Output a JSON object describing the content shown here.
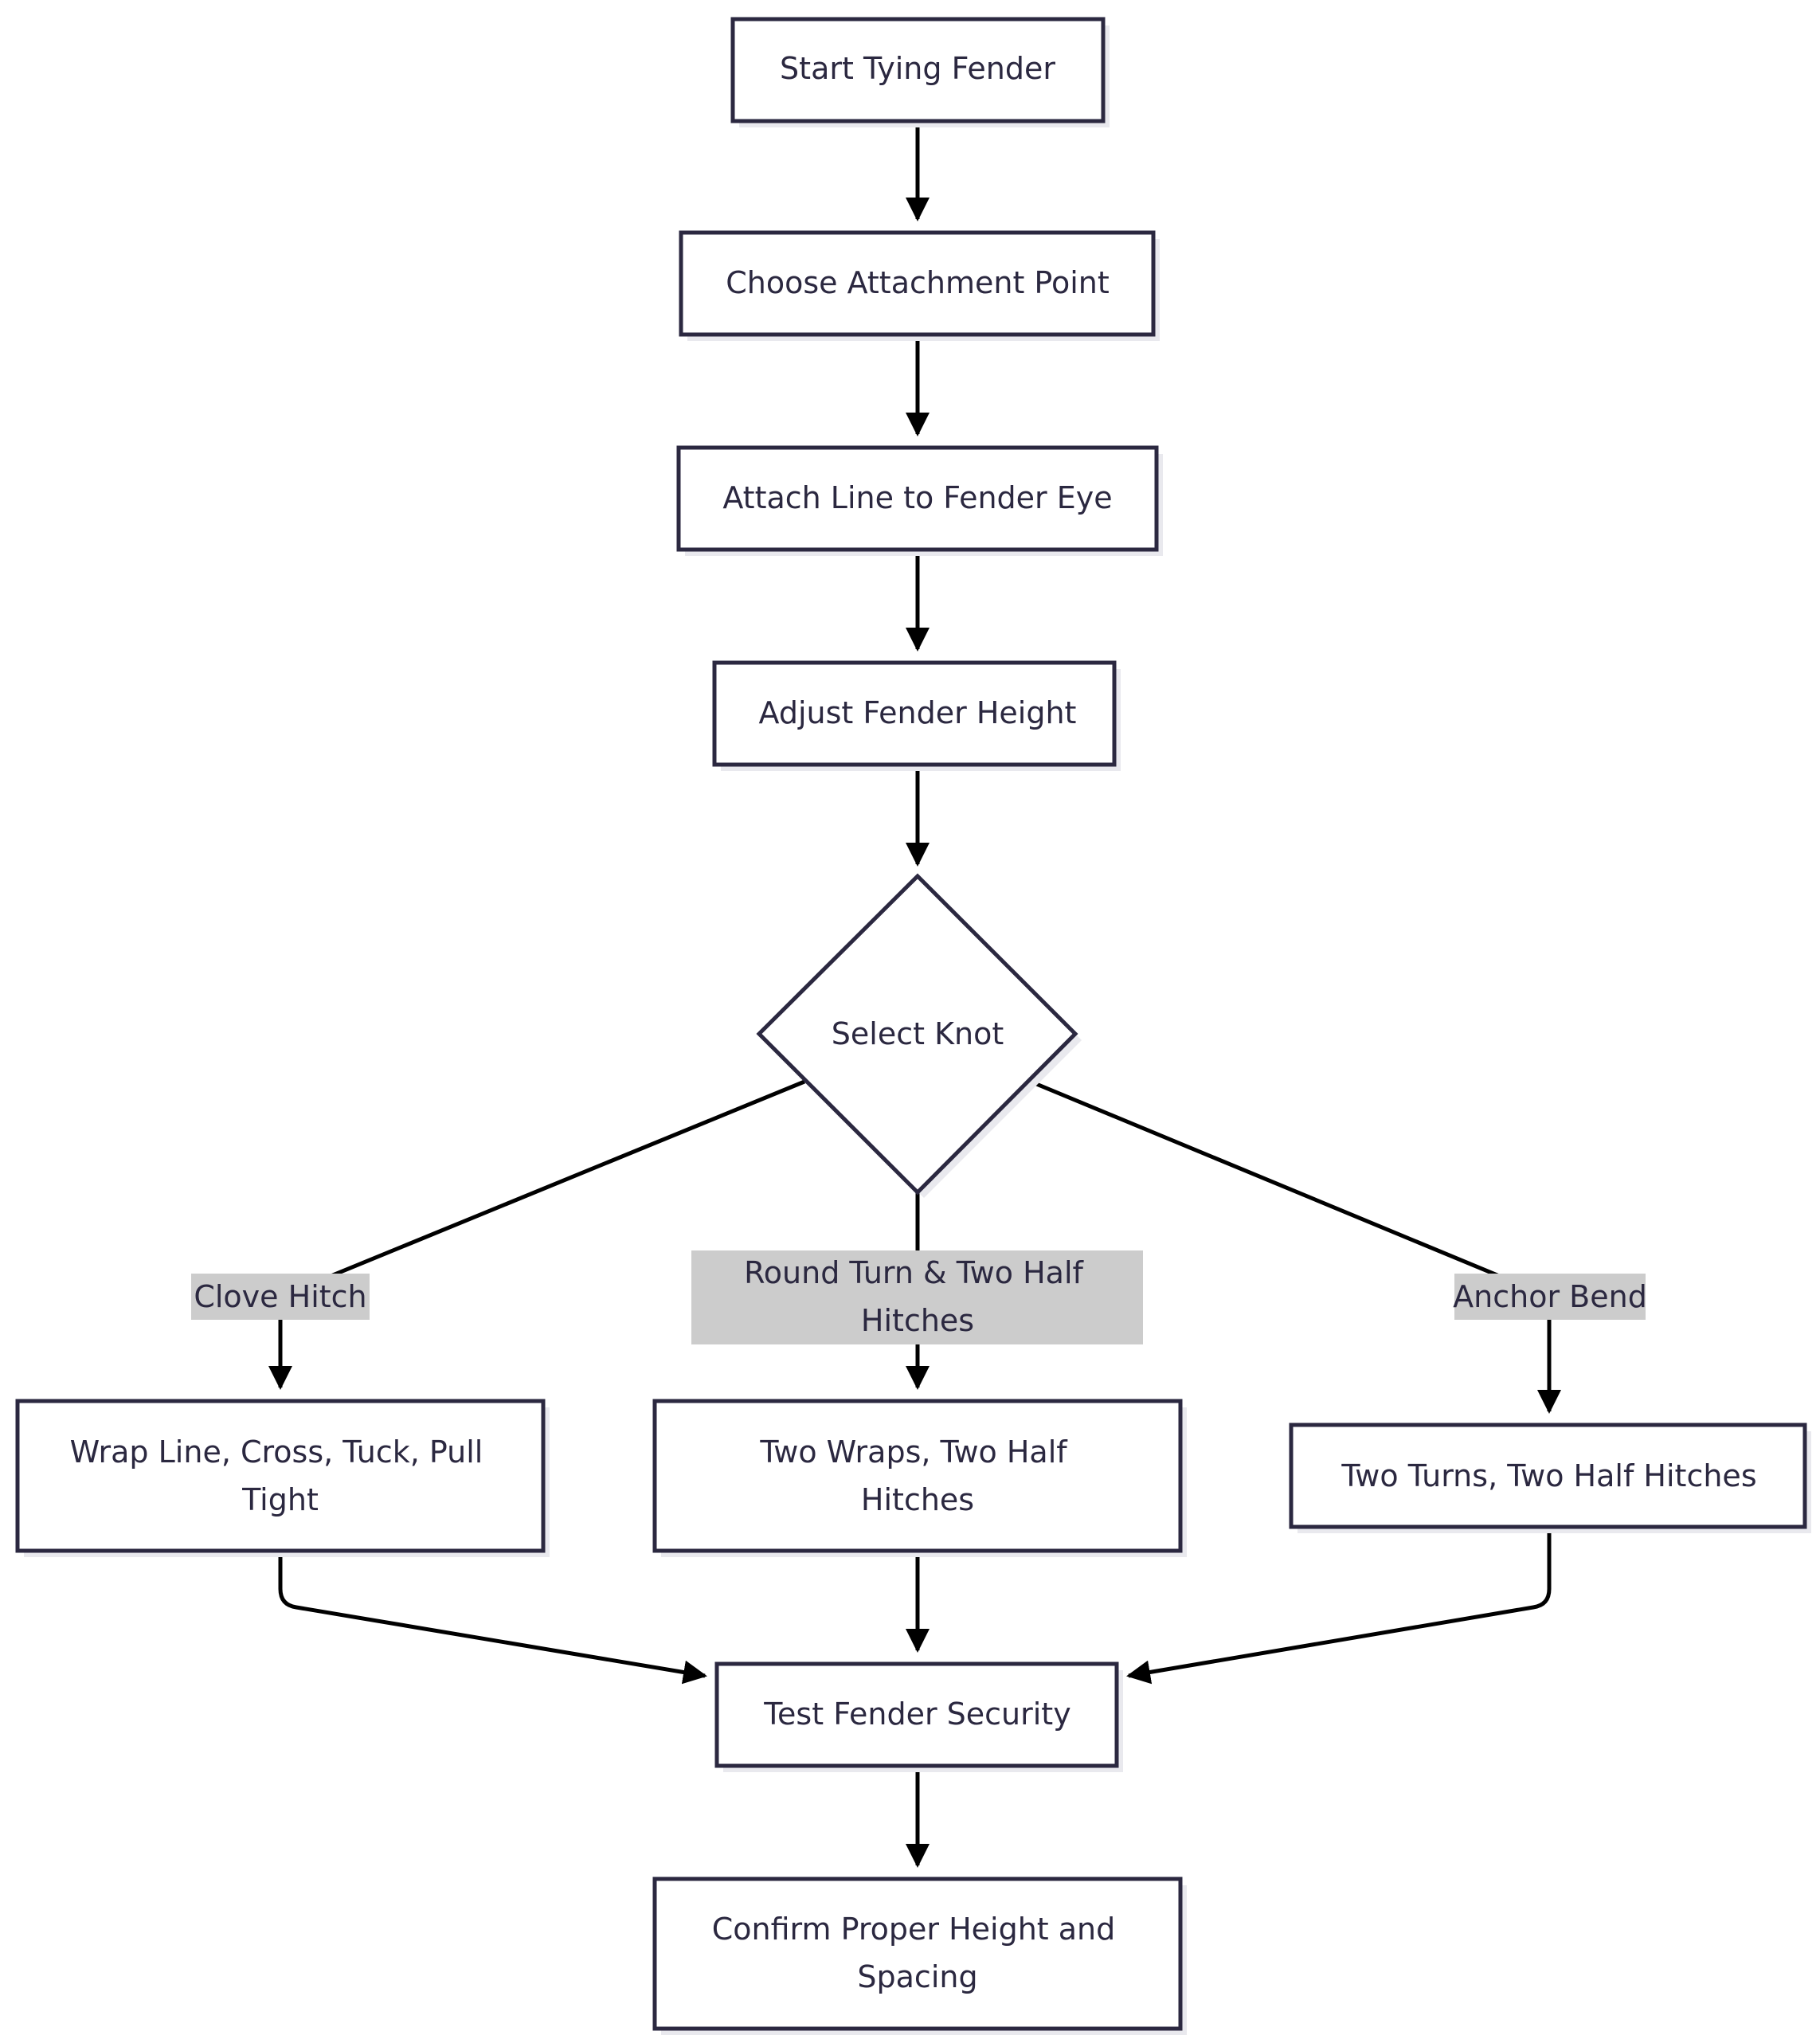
{
  "nodes": {
    "start": "Start Tying Fender",
    "choose_point": "Choose Attachment Point",
    "attach_line": "Attach Line to Fender Eye",
    "adjust_height": "Adjust Fender Height",
    "select_knot": "Select Knot",
    "clove_steps": [
      "Wrap Line, Cross, Tuck, Pull",
      "Tight"
    ],
    "round_turn_steps": [
      "Two Wraps, Two Half",
      "Hitches"
    ],
    "anchor_steps": "Two Turns, Two Half Hitches",
    "test_security": "Test Fender Security",
    "confirm": [
      "Confirm Proper Height and",
      "Spacing"
    ]
  },
  "edge_labels": {
    "clove_hitch": "Clove Hitch",
    "round_turn": [
      "Round Turn & Two Half",
      "Hitches"
    ],
    "anchor_bend": "Anchor Bend"
  },
  "colors": {
    "node_stroke": "#2b2840",
    "edge": "#000000",
    "label_bg": "#cccccc"
  }
}
